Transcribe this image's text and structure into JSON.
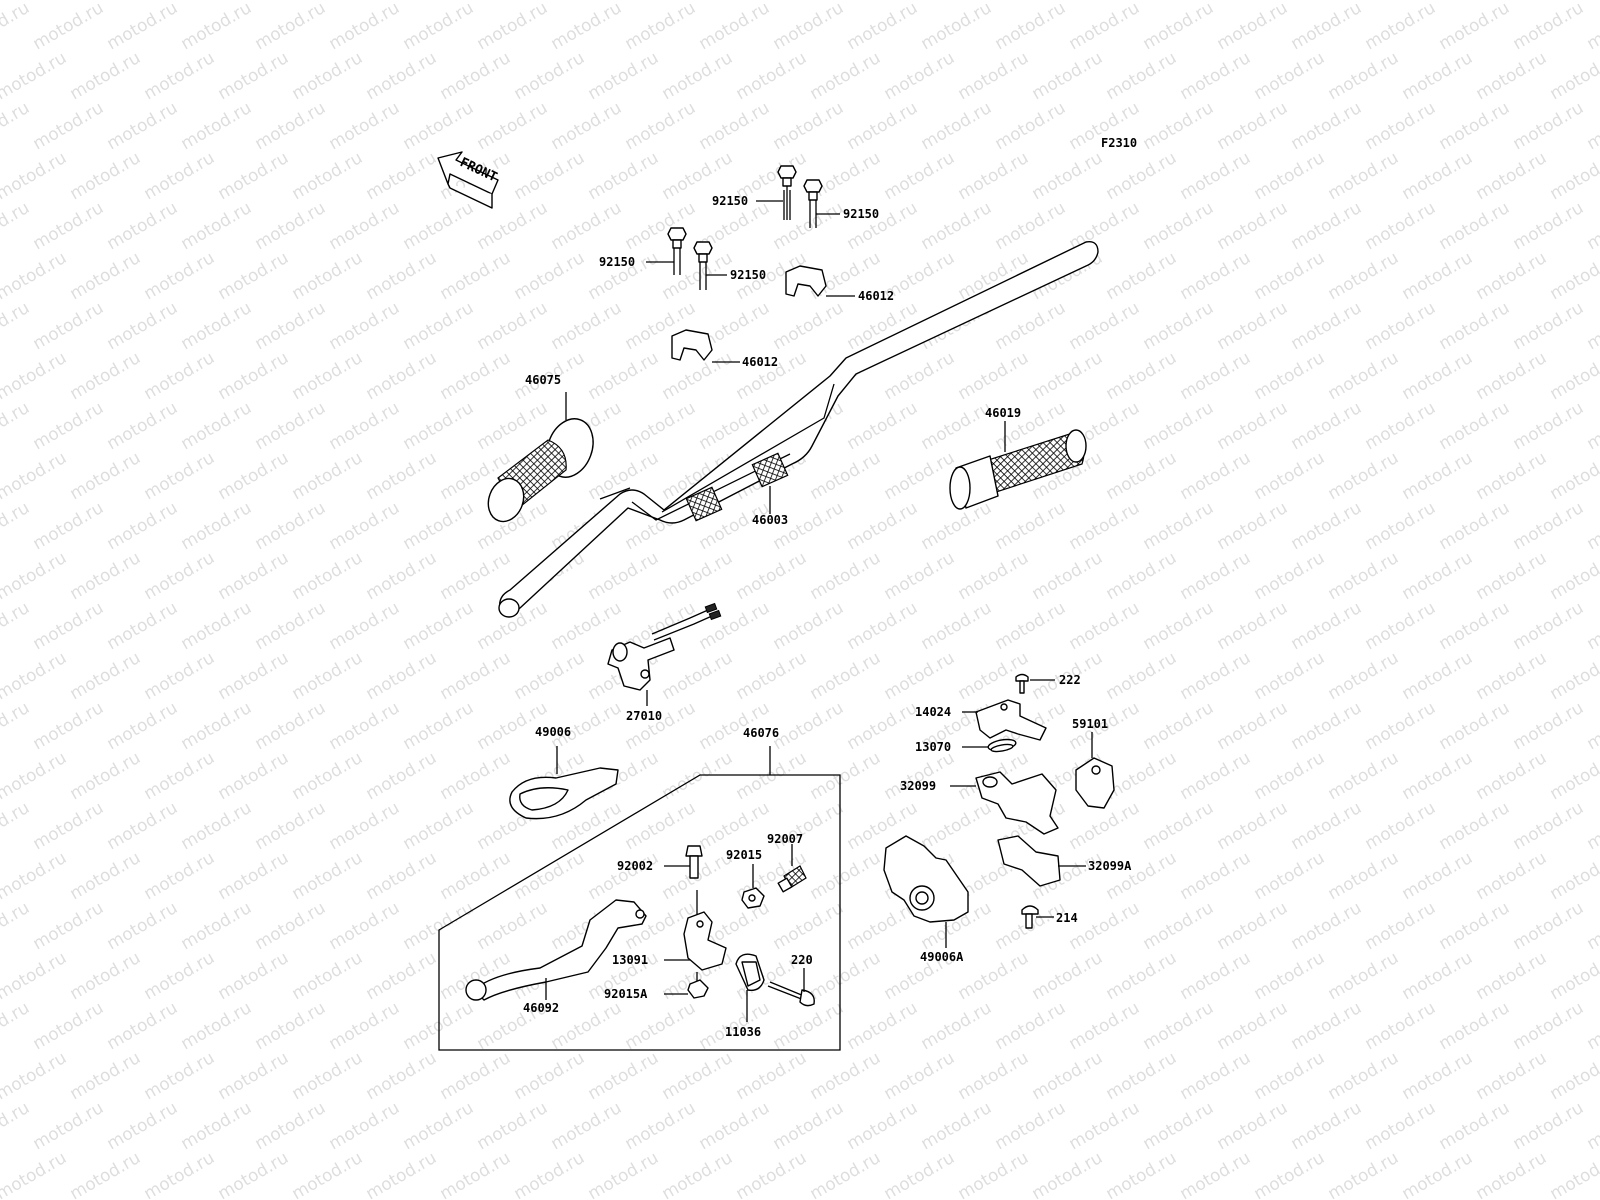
{
  "diagram_code": "F2310",
  "front_label": "FRONT",
  "watermark_text": "motod.ru",
  "parts": {
    "bolt_a": "92150",
    "bolt_b": "92150",
    "bolt_c": "92150",
    "bolt_d": "92150",
    "clamp_upper": "46012",
    "clamp_lower": "46012",
    "grip_left": "46075",
    "grip_right": "46019",
    "handlebar": "46003",
    "switch": "27010",
    "lever_guard": "49006",
    "lever_assy": "46076",
    "bolt_92002": "92002",
    "nut_92015": "92015",
    "adjuster_92007": "92007",
    "holder_13091": "13091",
    "nut_92015a": "92015A",
    "lever_46092": "46092",
    "clamp_11036": "11036",
    "screw_220": "220",
    "screw_222": "222",
    "plate_14024": "14024",
    "clip_13070": "13070",
    "housing_32099": "32099",
    "housing_32099a": "32099A",
    "cover_59101": "59101",
    "guard_49006a": "49006A",
    "screw_214": "214"
  }
}
